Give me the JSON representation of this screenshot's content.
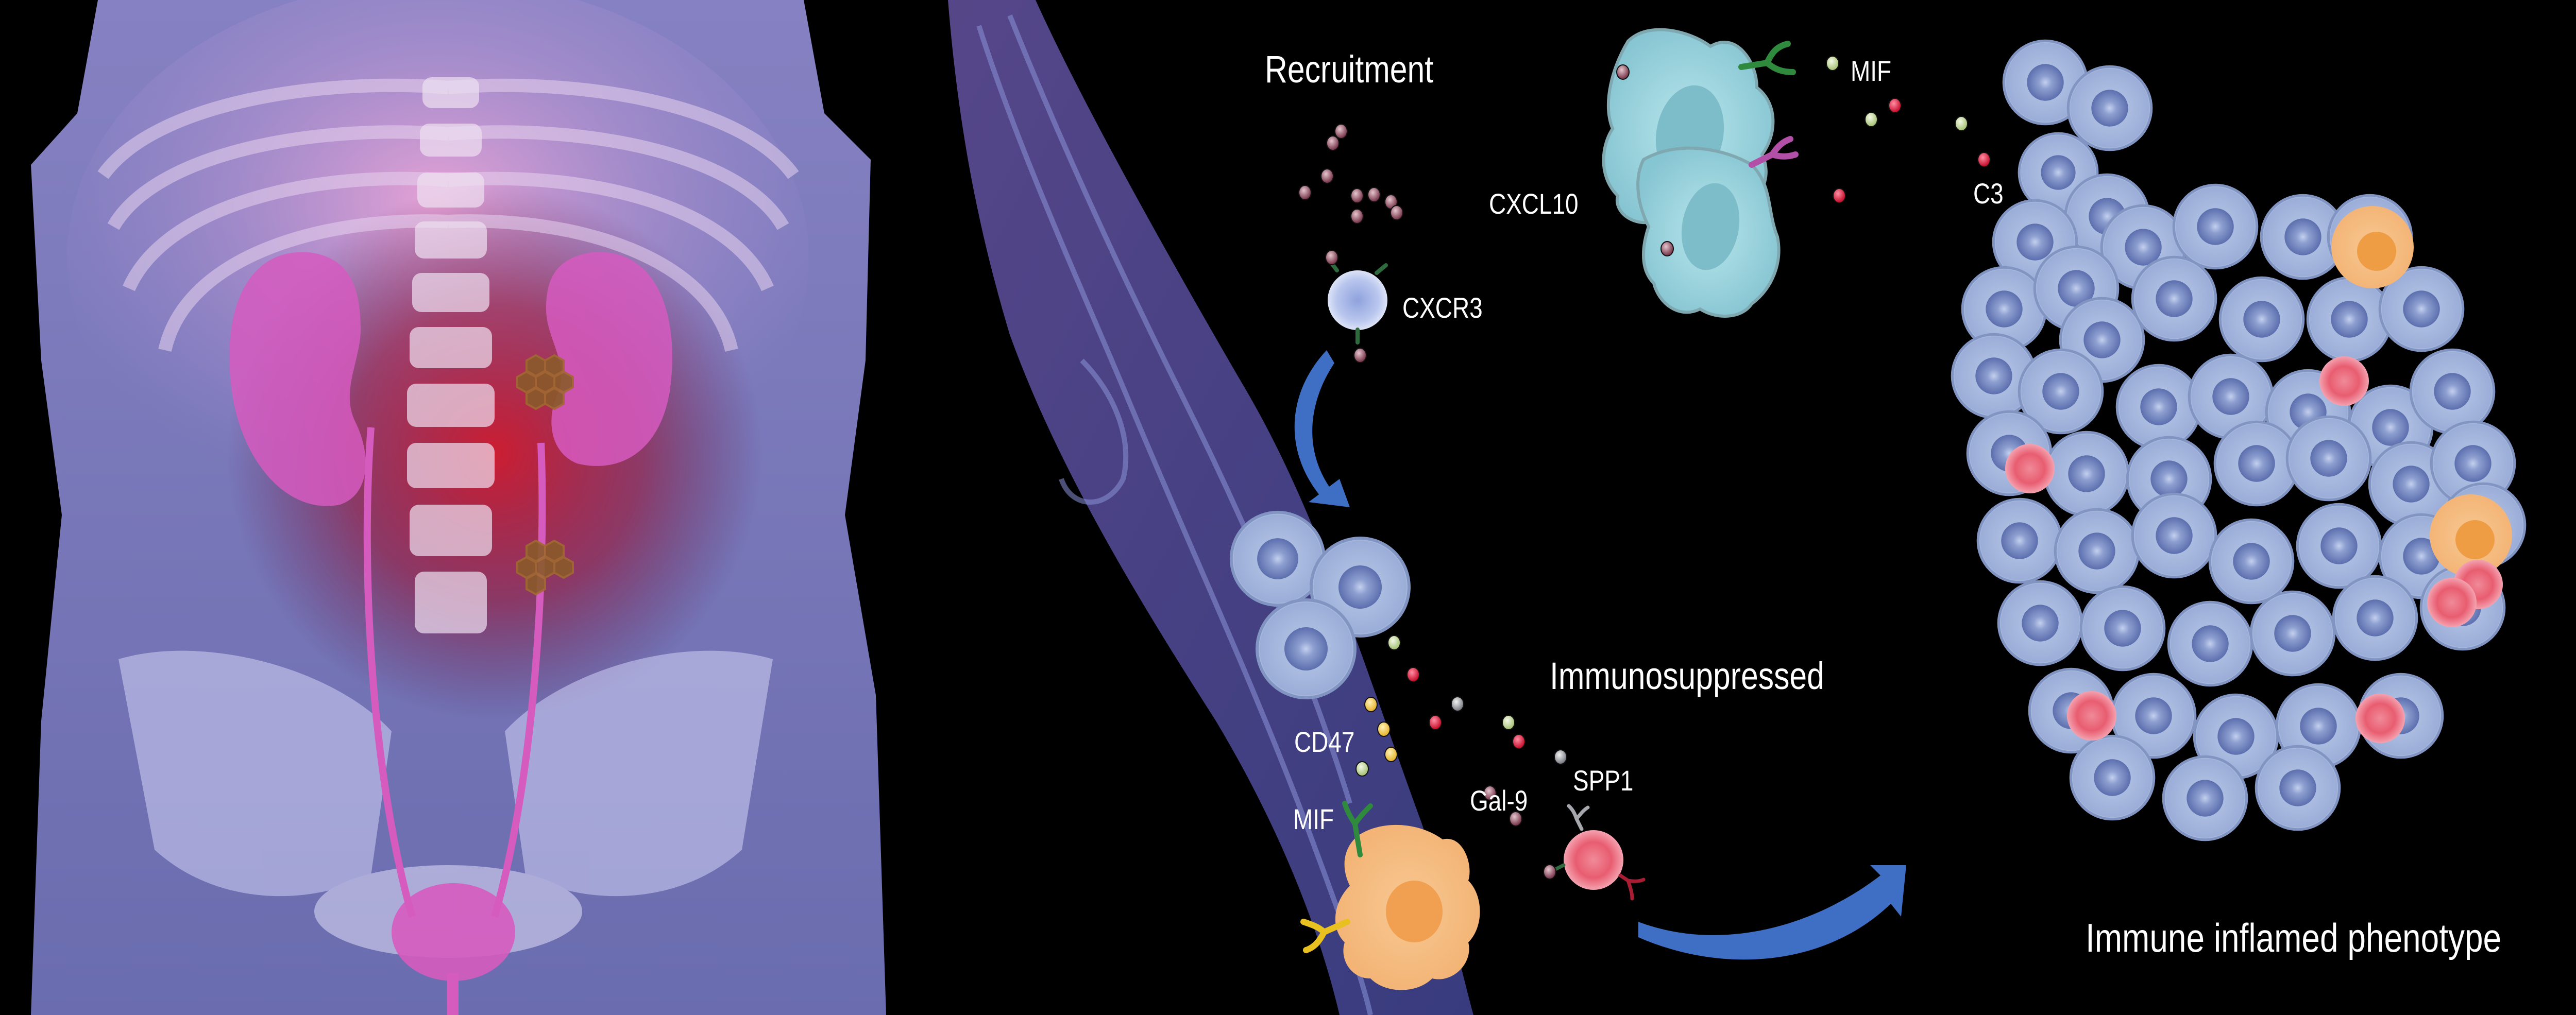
{
  "figure": {
    "sections": {
      "recruitment": "Recruitment",
      "immunosuppressed": "Immunosuppressed",
      "phenotype": "Immune inflamed phenotype"
    },
    "molecules": {
      "mif_top": "MIF",
      "cxcl10": "CXCL10",
      "c3": "C3",
      "cxcr3": "CXCR3",
      "cd47": "CD47",
      "mif_bottom": "MIF",
      "gal9": "Gal-9",
      "spp1": "SPP1"
    },
    "colors": {
      "background": "#000000",
      "body_xray": "#7f7fc8",
      "kidney": "#d94fb5",
      "tumor_glow": "#c0182a",
      "tumor_nodule": "#8a5a2a",
      "tumor_cell": "#a9b9dc",
      "tumor_nucleus": "#6a7db8",
      "macrophage_teal": "#8fd0da",
      "macrophage_orange": "#f6b97a",
      "t_cell_pink": "#ee6b7c",
      "lymphocyte": "#b8c6ea",
      "arrow": "#3f6fc4",
      "ligand_cxcl10": "#8a4a5e",
      "ligand_red": "#d4143c",
      "ligand_green": "#c8dca0",
      "ligand_yellow": "#f5cf55",
      "ligand_grey": "#a6a8ad"
    }
  }
}
